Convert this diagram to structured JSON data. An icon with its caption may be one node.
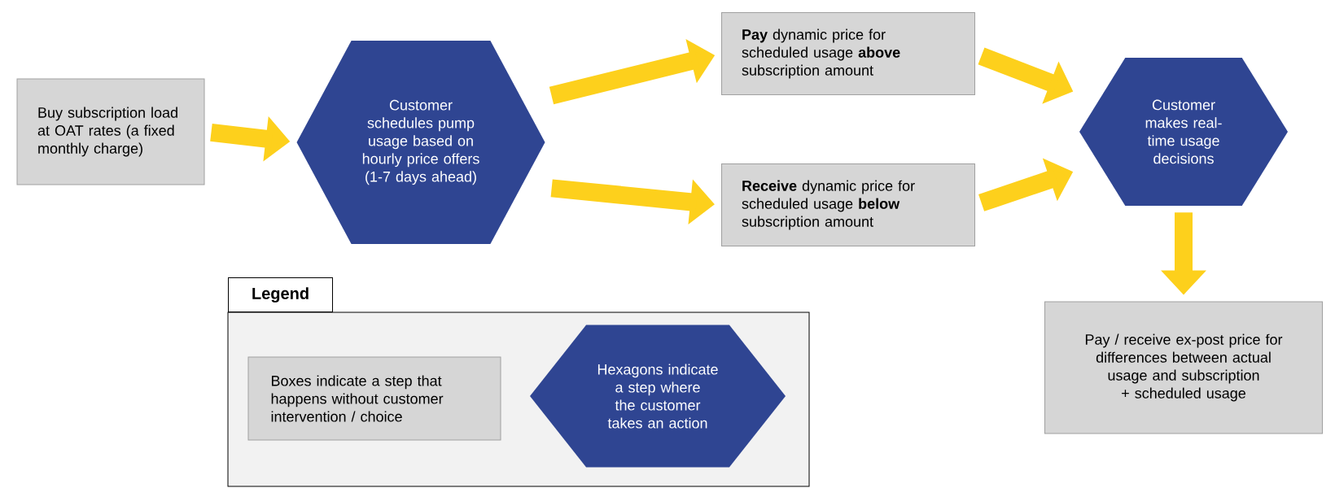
{
  "diagram": {
    "nodes": [
      {
        "text": [
          "Buy subscription load at OAT rates (a fixed monthly charge)"
        ]
      },
      {
        "text": [
          "Customer schedules pump usage based on hourly price offers (1-7 days ahead)"
        ]
      },
      {
        "text": [
          "**Pay** dynamic price for scheduled usage **above** subscription amount"
        ]
      },
      {
        "text": [
          "**Receive** dynamic price for scheduled usage **below** subscription amount"
        ]
      },
      {
        "text": [
          "Customer makes real-time usage decisions"
        ]
      },
      {
        "text": [
          "Pay / receive ex-post price for differences between actual usage and subscription + scheduled usage"
        ]
      },
      {
        "text": [
          "Legend"
        ]
      },
      {
        "text": [
          "Boxes indicate a step that happens without customer intervention / choice"
        ],
        "in": 6
      },
      {
        "text": [
          "Hexagons indicate a step where the customer takes an action"
        ],
        "in": 6
      }
    ],
    "edges": [
      {
        "from": 0,
        "to": 1,
        "arrow": "to"
      },
      {
        "from": 1,
        "to": 2,
        "arrow": "to"
      },
      {
        "from": 1,
        "to": 3,
        "arrow": "to"
      },
      {
        "from": 2,
        "to": 4,
        "arrow": "to"
      },
      {
        "from": 3,
        "to": 4,
        "arrow": "to"
      },
      {
        "from": 4,
        "to": 5,
        "arrow": "to"
      }
    ]
  }
}
